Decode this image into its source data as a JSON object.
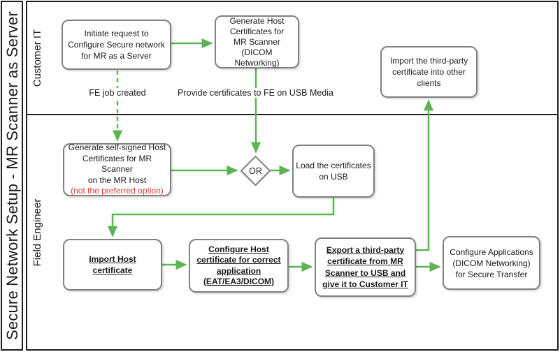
{
  "title": "Secure Network Setup - MR Scanner as Server",
  "lanes": [
    {
      "label": "Customer IT"
    },
    {
      "label": "Field Engineer"
    }
  ],
  "colors": {
    "arrow_green": "#5cb453",
    "box_border": "#808080",
    "warning_red": "#e03a2f",
    "frame_black": "#1f1f1f"
  },
  "nodes": {
    "initiate_request": {
      "lines": [
        "Initiate request to",
        "Configure Secure network",
        "for MR as a Server"
      ]
    },
    "generate_host_certs": {
      "lines": [
        "Generate Host",
        "Certificates for",
        "MR Scanner",
        "(DICOM Networking)"
      ]
    },
    "import_third_party": {
      "lines": [
        "Import the third-party",
        "certificate into other",
        "clients"
      ]
    },
    "generate_self_signed": {
      "lines": [
        "Generate self-signed Host",
        "Certificates for MR Scanner",
        "on the MR Host"
      ],
      "warning": "(not the preferred option)"
    },
    "or_gateway": {
      "label": "OR"
    },
    "load_certs_usb": {
      "lines": [
        "Load the certificates",
        "on USB"
      ]
    },
    "import_host_cert": {
      "lines": [
        "Import Host",
        "certificate"
      ]
    },
    "configure_host_cert": {
      "lines": [
        "Configure Host",
        "certificate for correct",
        "application",
        "(EAT/EA3/DICOM)"
      ]
    },
    "export_third_party": {
      "lines": [
        "Export a third-party",
        "certificate from MR",
        "Scanner to USB and",
        "give it to Customer IT"
      ]
    },
    "configure_applications": {
      "lines": [
        "Configure Applications",
        "(DICOM Networking)",
        "for Secure Transfer"
      ]
    }
  },
  "edge_labels": {
    "fe_job_created": "FE job created",
    "provide_certificates": "Provide certificates to FE on USB Media"
  }
}
